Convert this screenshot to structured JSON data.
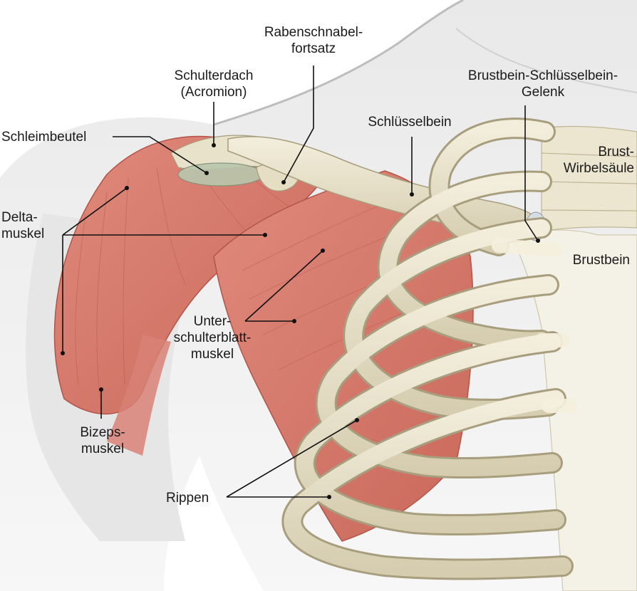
{
  "labels": {
    "rabenschnabel_1": "Rabenschnabel-",
    "rabenschnabel_2": "fortsatz",
    "schulterdach_1": "Schulterdach",
    "schulterdach_2": "(Acromion)",
    "brustbein_gelenk_1": "Brustbein-Schlüsselbein-",
    "brustbein_gelenk_2": "Gelenk",
    "schleimbeutel": "Schleimbeutel",
    "schluesselbein": "Schlüsselbein",
    "brust_wirbel_1": "Brust-",
    "brust_wirbel_2": "Wirbelsäule",
    "delta_1": "Delta-",
    "delta_2": "muskel",
    "brustbein": "Brustbein",
    "unter_1": "Unter-",
    "unter_2": "schulterblatt-",
    "unter_3": "muskel",
    "bizeps_1": "Bizeps-",
    "bizeps_2": "muskel",
    "rippen": "Rippen"
  },
  "colors": {
    "muscle": "#d8796b",
    "muscle_dark": "#b85a4e",
    "bone": "#ece6d2",
    "bone_shade": "#c9bf9f",
    "skin": "#f1f1f1",
    "leader": "#111111"
  }
}
